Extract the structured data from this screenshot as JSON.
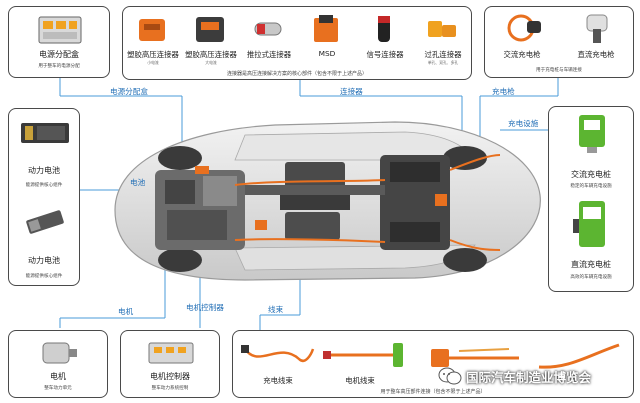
{
  "power_box": {
    "title": "电源分配盒",
    "subtitle": "用于整车的电源分配"
  },
  "connectors": {
    "items": [
      {
        "label": "塑胶高压连接器",
        "sub": "小电流"
      },
      {
        "label": "塑胶高压连接器",
        "sub": "大电流"
      },
      {
        "label": "推拉式连接器",
        "sub": ""
      },
      {
        "label": "MSD",
        "sub": ""
      },
      {
        "label": "信号连接器",
        "sub": ""
      },
      {
        "label": "过孔连接器",
        "sub": "单孔、双孔、多孔"
      }
    ],
    "caption": "连接器是高压连接解决方案的核心部件（包含不限于上述产品）"
  },
  "charging_guns": {
    "items": [
      {
        "label": "交流充电枪"
      },
      {
        "label": "直流充电枪"
      }
    ],
    "caption": "用于充电桩与车辆连接"
  },
  "batteries": {
    "items": [
      {
        "title": "动力电池",
        "subtitle": "能源提供核心组件"
      },
      {
        "title": "动力电池",
        "subtitle": "能源提供核心组件"
      }
    ]
  },
  "chargers": {
    "items": [
      {
        "title": "交流充电桩",
        "subtitle": "稳定的车辆充电设施"
      },
      {
        "title": "直流充电桩",
        "subtitle": "高效的车辆充电设施"
      }
    ]
  },
  "motor": {
    "title": "电机",
    "subtitle": "整车动力单元"
  },
  "motor_controller": {
    "title": "电机控制器",
    "subtitle": "整车动力系统控制"
  },
  "harness": {
    "items": [
      {
        "label": "充电线束"
      },
      {
        "label": "电机线束"
      }
    ],
    "caption": "用于整车高压部件连接（包含不限于上述产品）"
  },
  "callouts": {
    "power_box": "电源分配盒",
    "connector": "连接器",
    "charging_gun": "充电枪",
    "charging_facility": "充电设施",
    "battery": "电池",
    "motor": "电机",
    "motor_controller": "电机控制器",
    "harness": "线束"
  },
  "watermark": {
    "text": "国际汽车制造业博览会"
  },
  "colors": {
    "accent_blue": "#1f6db5",
    "connector_orange": "#e8701f",
    "charger_green": "#5cb531",
    "panel_border": "#4a4a4a"
  }
}
